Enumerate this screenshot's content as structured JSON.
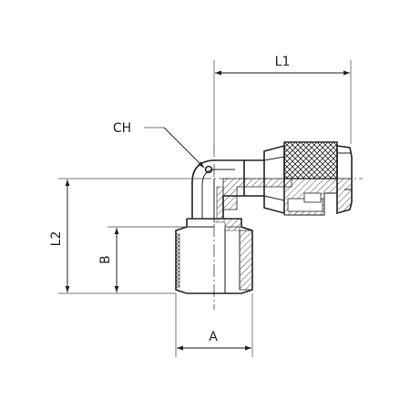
{
  "labels": {
    "l1": "L1",
    "l2": "L2",
    "a": "A",
    "b": "B",
    "ch": "CH"
  }
}
